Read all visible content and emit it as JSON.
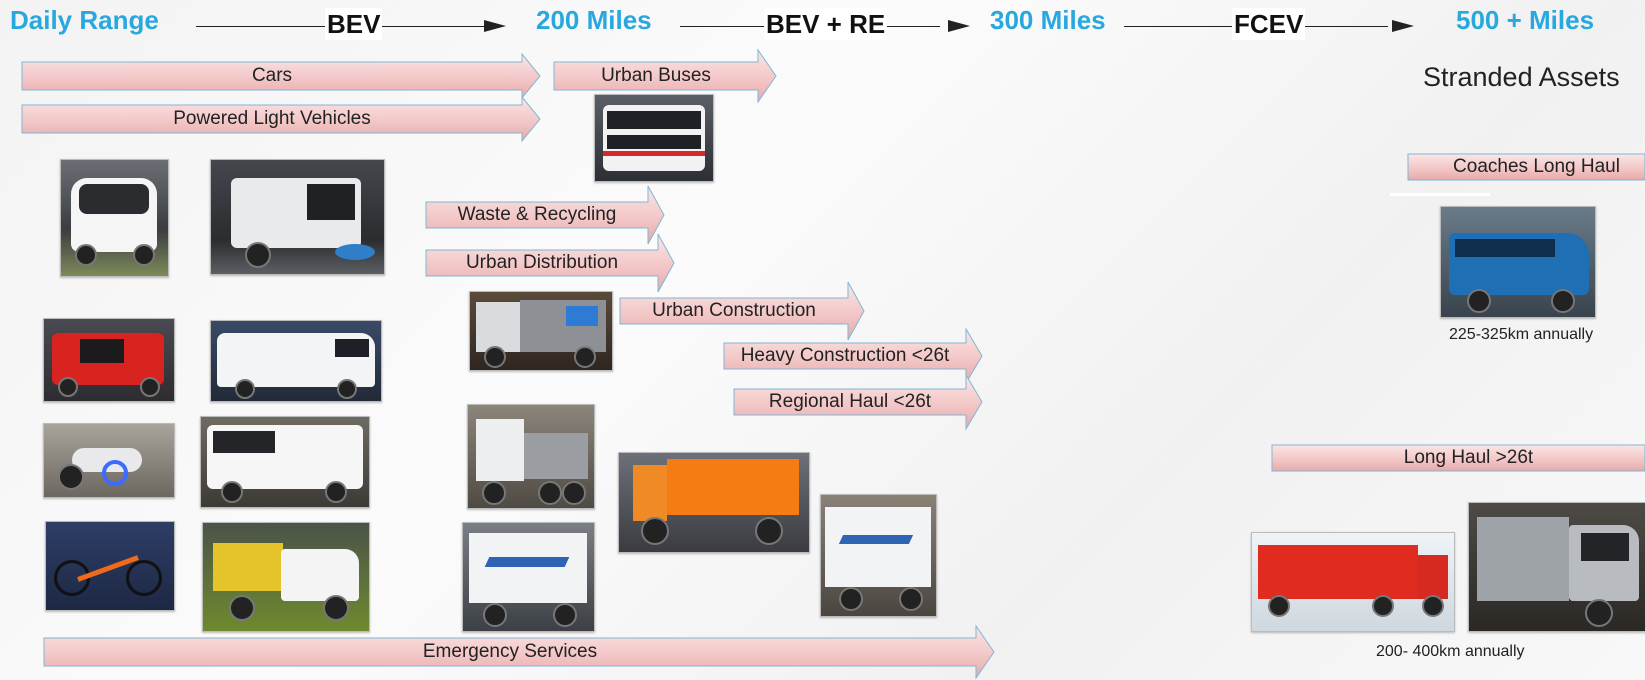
{
  "header": {
    "daily_range": "Daily Range",
    "bev": "BEV",
    "miles_200": "200 Miles",
    "bev_re": "BEV + RE",
    "miles_300": "300 Miles",
    "fcev": "FCEV",
    "miles_500": "500 + Miles"
  },
  "stranded_assets": "Stranded Assets",
  "segments": {
    "cars": "Cars",
    "powered_light_vehicles": "Powered Light Vehicles",
    "urban_buses": "Urban Buses",
    "waste_recycling": "Waste & Recycling",
    "urban_distribution": "Urban Distribution",
    "urban_construction": "Urban Construction",
    "heavy_construction": "Heavy Construction <26t",
    "regional_haul": "Regional Haul <26t",
    "coaches_long_haul": "Coaches Long Haul",
    "long_haul": "Long Haul >26t",
    "emergency_services": "Emergency Services"
  },
  "captions": {
    "coach_usage": "225-325km annually",
    "truck_usage": "200- 400km annually"
  },
  "photos": [
    "microcar-photo",
    "street-sweeper-photo",
    "red-utility-vehicle-photo",
    "white-van-photo",
    "electric-motorbike-photo",
    "minibus-photo",
    "e-bike-photo",
    "tipper-van-photo",
    "double-decker-bus-photo",
    "refuse-truck-photo",
    "grey-lorry-photo",
    "rigid-truck-photo",
    "gritter-truck-photo",
    "box-truck-photo",
    "coach-photo",
    "red-articulated-truck-photo",
    "hydrogen-truck-photo"
  ],
  "colors": {
    "range_blue": "#29a8e0",
    "arrow_pink_top": "#fbe3e3",
    "arrow_pink_bottom": "#e8a8a8",
    "arrow_border": "#7fb7d4"
  }
}
